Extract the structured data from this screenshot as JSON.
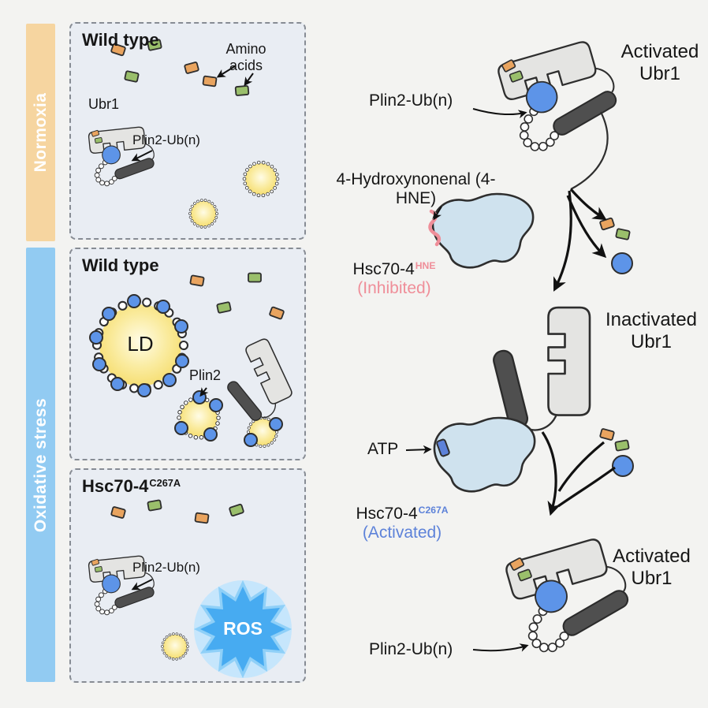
{
  "figure": {
    "type": "graphical-abstract",
    "topic": "Ubr1 / Hsc70-4 regulation under oxidative stress"
  },
  "sidebars": {
    "normoxia": "Normoxia",
    "oxidative": "Oxidative stress"
  },
  "panel1": {
    "title": "Wild type",
    "amino_acids_label": "Amino acids",
    "ubr1_label": "Ubr1",
    "plin2_ubn_label": "Plin2-Ub(n)"
  },
  "panel2": {
    "title": "Wild type",
    "ld_label": "LD",
    "plin2_label": "Plin2"
  },
  "panel3": {
    "title_base": "Hsc70-4",
    "title_sup": "C267A",
    "plin2_ubn_label": "Plin2-Ub(n)",
    "ros_label": "ROS"
  },
  "pathway": {
    "activated_top": "Activated Ubr1",
    "plin2_ubn_top": "Plin2-Ub(n)",
    "hne_label": "4-Hydroxynonenal (4-HNE)",
    "hsc70_hne_base": "Hsc70-4",
    "hsc70_hne_sup": "HNE",
    "hsc70_hne_state": "(Inhibited)",
    "inactivated": "Inactivated Ubr1",
    "atp_label": "ATP",
    "hsc70_c267a_base": "Hsc70-4",
    "hsc70_c267a_sup": "C267A",
    "hsc70_c267a_state": "(Activated)",
    "activated_bottom": "Activated Ubr1",
    "plin2_ubn_bottom": "Plin2-Ub(n)"
  },
  "colors": {
    "normoxia_bar": "#f6d5a0",
    "oxidative_bar": "#92cbf2",
    "panel_bg": "#e9edf3",
    "canvas_bg": "#f3f3f1",
    "amino_orange": "#e9a45f",
    "amino_green": "#9abf6b",
    "plin2_blue": "#5d94e8",
    "ubr1_body": "#e4e4e2",
    "ubr1_bar": "#4f4f4f",
    "hsc70_fill": "#cfe2ee",
    "hne_pink": "#ef8e99",
    "activated_blue": "#5d82d9",
    "ros_blue": "#47abf1"
  }
}
